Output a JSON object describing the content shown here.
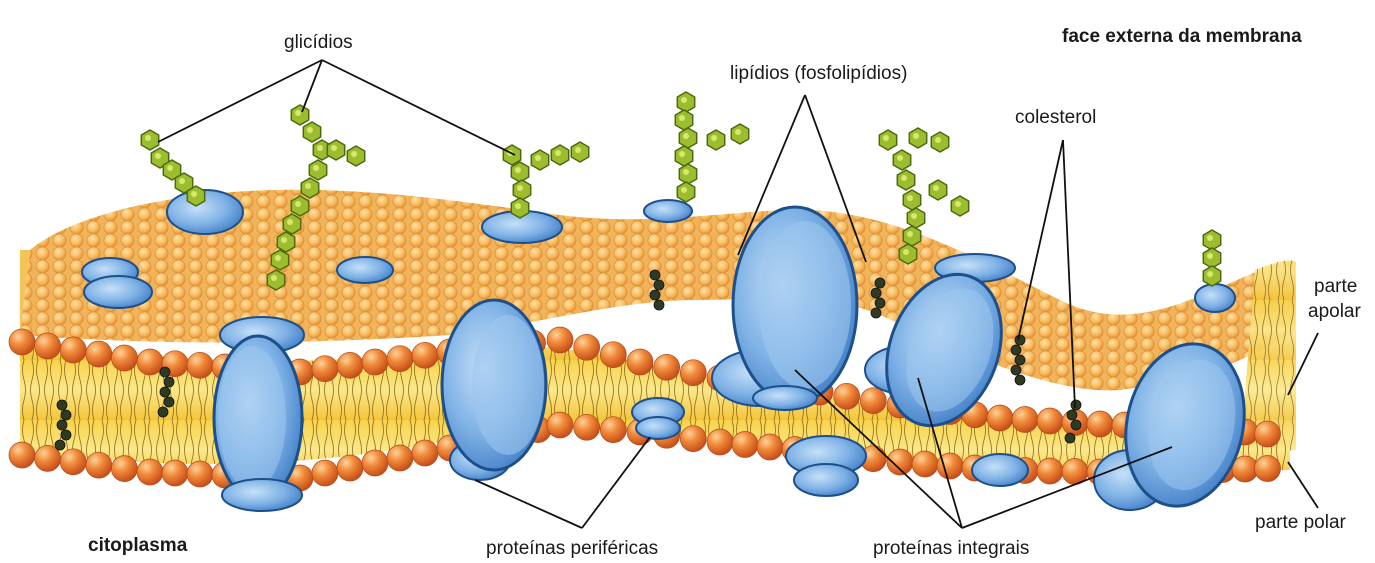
{
  "labels": {
    "face_externa": "face externa da membrana",
    "glicidios": "glicídios",
    "lipidios": "lipídios (fosfolipídios)",
    "colesterol": "colesterol",
    "parte_apolar_1": "parte",
    "parte_apolar_2": "apolar",
    "parte_polar": "parte polar",
    "citoplasma": "citoplasma",
    "proteinas_perifericas": "proteínas periféricas",
    "proteinas_integrais": "proteínas integrais"
  },
  "colors": {
    "phospholipid_head": "#e8762c",
    "phospholipid_head_light": "#f6b064",
    "membrane_surface": "#f7c25a",
    "tail_layer": "#f6df5e",
    "protein": "#4f8fd4",
    "protein_light": "#9cc6ef",
    "protein_outline": "#1d4f8a",
    "glycan": "#9bbd2e",
    "glycan_outline": "#4d6a10",
    "cholesterol": "#2e3b22",
    "label_text": "#1a1a1a"
  }
}
